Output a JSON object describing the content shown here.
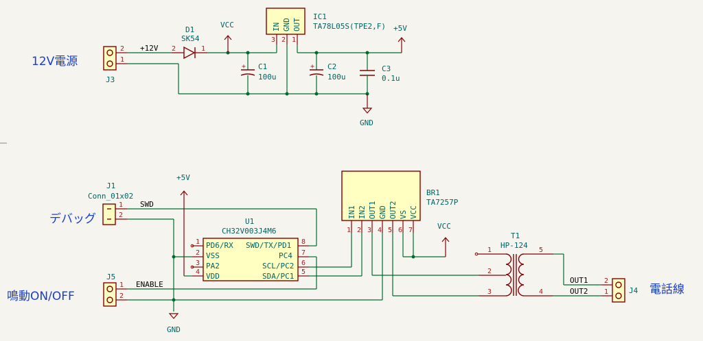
{
  "labels": {
    "power_in": "12V電源",
    "debug": "デバッグ",
    "ring": "鳴動ON/OFF",
    "phone": "電話線"
  },
  "refs": {
    "D1": "D1",
    "D1_val": "SK54",
    "IC1": "IC1",
    "IC1_val": "TA78L05S(TPE2,F)",
    "C1": "C1",
    "C1_val": "100u",
    "C2": "C2",
    "C2_val": "100u",
    "C3": "C3",
    "C3_val": "0.1u",
    "J3": "J3",
    "J1": "J1",
    "J1_val": "Conn_01x02",
    "U1": "U1",
    "U1_val": "CH32V003J4M6",
    "BR1": "BR1",
    "BR1_val": "TA7257P",
    "T1": "T1",
    "T1_val": "HP-124",
    "J5": "J5",
    "J4": "J4"
  },
  "nets": {
    "v12": "+12V",
    "swd": "SWD",
    "enable": "ENABLE",
    "out1": "OUT1",
    "out2": "OUT2"
  },
  "power": {
    "vcc": "VCC",
    "p5v": "+5V",
    "gnd": "GND"
  },
  "ic1_pins": {
    "in": "IN",
    "gnd": "GND",
    "out": "OUT",
    "n3": "3",
    "n2": "2",
    "n1": "1"
  },
  "u1_pins": {
    "l1": "PD6/RX",
    "l2": "VSS",
    "l3": "PA2",
    "l4": "VDD",
    "r8": "SWD/TX/PD1",
    "r7": "PC4",
    "r6": "SCL/PC2",
    "r5": "SDA/PC1",
    "n1": "1",
    "n2": "2",
    "n3": "3",
    "n4": "4",
    "n5": "5",
    "n6": "6",
    "n7": "7",
    "n8": "8"
  },
  "br1_pins": {
    "p1": "IN1",
    "p2": "IN2",
    "p3": "OUT1",
    "p4": "GND",
    "p5": "OUT2",
    "p6": "VS",
    "p7": "VCC",
    "n1": "1",
    "n2": "2",
    "n3": "3",
    "n4": "4",
    "n5": "5",
    "n6": "6",
    "n7": "7"
  },
  "conn_pins": {
    "one": "1",
    "two": "2"
  },
  "t1_pins": {
    "n1": "1",
    "n2": "2",
    "n3": "3",
    "n4": "4",
    "n5": "5"
  }
}
